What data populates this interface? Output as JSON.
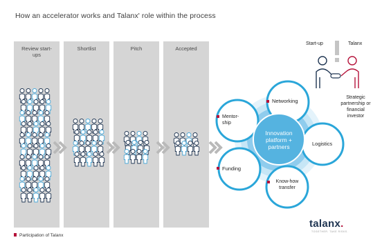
{
  "title": "How an accelerator works and Talanx' role within the process",
  "stages": [
    {
      "label": "Review start-ups"
    },
    {
      "label": "Shortlist"
    },
    {
      "label": "Pitch"
    },
    {
      "label": "Accepted"
    }
  ],
  "hub": {
    "label": "Innovation platform + partners"
  },
  "satellites": [
    {
      "label": "Networking",
      "talanx": true
    },
    {
      "label": "Logistics",
      "talanx": false
    },
    {
      "label": "Know-how transfer",
      "talanx": true
    },
    {
      "label": "Funding",
      "talanx": true
    },
    {
      "label": "Mentor-ship",
      "talanx": true
    }
  ],
  "partnership": {
    "left_label": "Start-up",
    "right_label": "Talanx",
    "description": "Strategic partnership or financial investor"
  },
  "legend": {
    "label": "Participation of Talanx"
  },
  "logo": {
    "text": "talanx",
    "dot": ".",
    "tagline": "TOGETHER. TAKE RISKS."
  },
  "colors": {
    "accent": "#b5123a",
    "circle_blue": "#2aa6d9",
    "hub_fill": "#55b3e0",
    "column": "#d5d5d5",
    "logo": "#1f3552"
  }
}
